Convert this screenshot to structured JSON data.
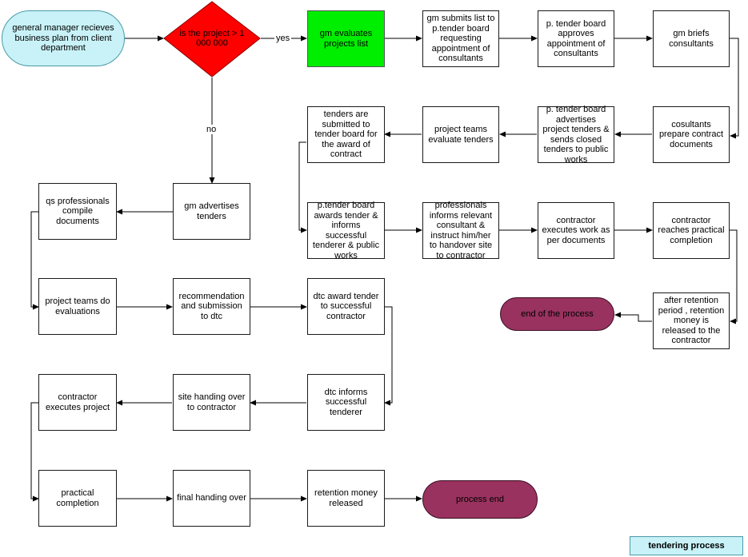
{
  "nodes": {
    "n1": "general manager recieves business plan from client department",
    "d1": "is the project > 1 000 000",
    "n2": "gm evaluates projects list",
    "n3": "gm submits list to p.tender board requesting appointment of consultants",
    "n4": "p. tender board approves appointment of consultants",
    "n5": "gm briefs consultants",
    "n6": "cosultants prepare contract documents",
    "n7": "p. tender board advertises project tenders & sends closed tenders to public works",
    "n8": "project teams evaluate tenders",
    "n9": "tenders are submitted to tender board for the award of contract",
    "n10": "p.tender board awards tender & informs successful tenderer & public works",
    "n11": "professionals informs relevant consultant & instruct him/her to handover site to contractor",
    "n12": "contractor executes work as per documents",
    "n13": "contractor reaches practical completion",
    "n14": "after retention period , retention money is released to the contractor",
    "e1": "end of the process",
    "m1": "gm advertises tenders",
    "m2": "qs professionals compile documents",
    "m3": "project teams do evaluations",
    "m4": "recommendation and submission to dtc",
    "m5": "dtc award tender to successful contractor",
    "m6": "dtc informs successful tenderer",
    "m7": "site handing over to contractor",
    "m8": "contractor executes project",
    "m9": "practical completion",
    "m10": "final handing over",
    "m11": "retention money released",
    "e2": "process end"
  },
  "edge_labels": {
    "yes": "yes",
    "no": "no"
  },
  "caption": "tendering process",
  "colors": {
    "start": "#c8f2f7",
    "decision": "#ff0000",
    "highlight": "#00ee00",
    "end": "#99325f",
    "line": "#000000"
  }
}
